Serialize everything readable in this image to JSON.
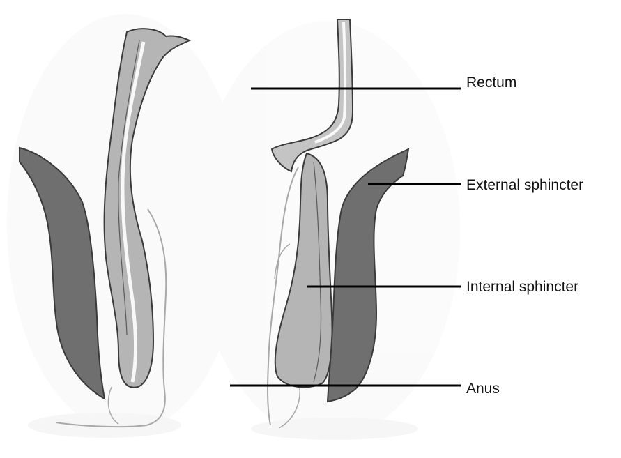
{
  "labels": {
    "rectum": "Rectum",
    "external_sphincter": "External sphincter",
    "internal_sphincter": "Internal sphincter",
    "anus": "Anus"
  },
  "colors": {
    "background": "#ffffff",
    "external_sphincter_fill": "#6f6f6f",
    "internal_sphincter_fill": "#b5b5b5",
    "outline": "#3a3a3a",
    "faint_outline": "#a8a8a8",
    "leader_line": "#000000"
  }
}
